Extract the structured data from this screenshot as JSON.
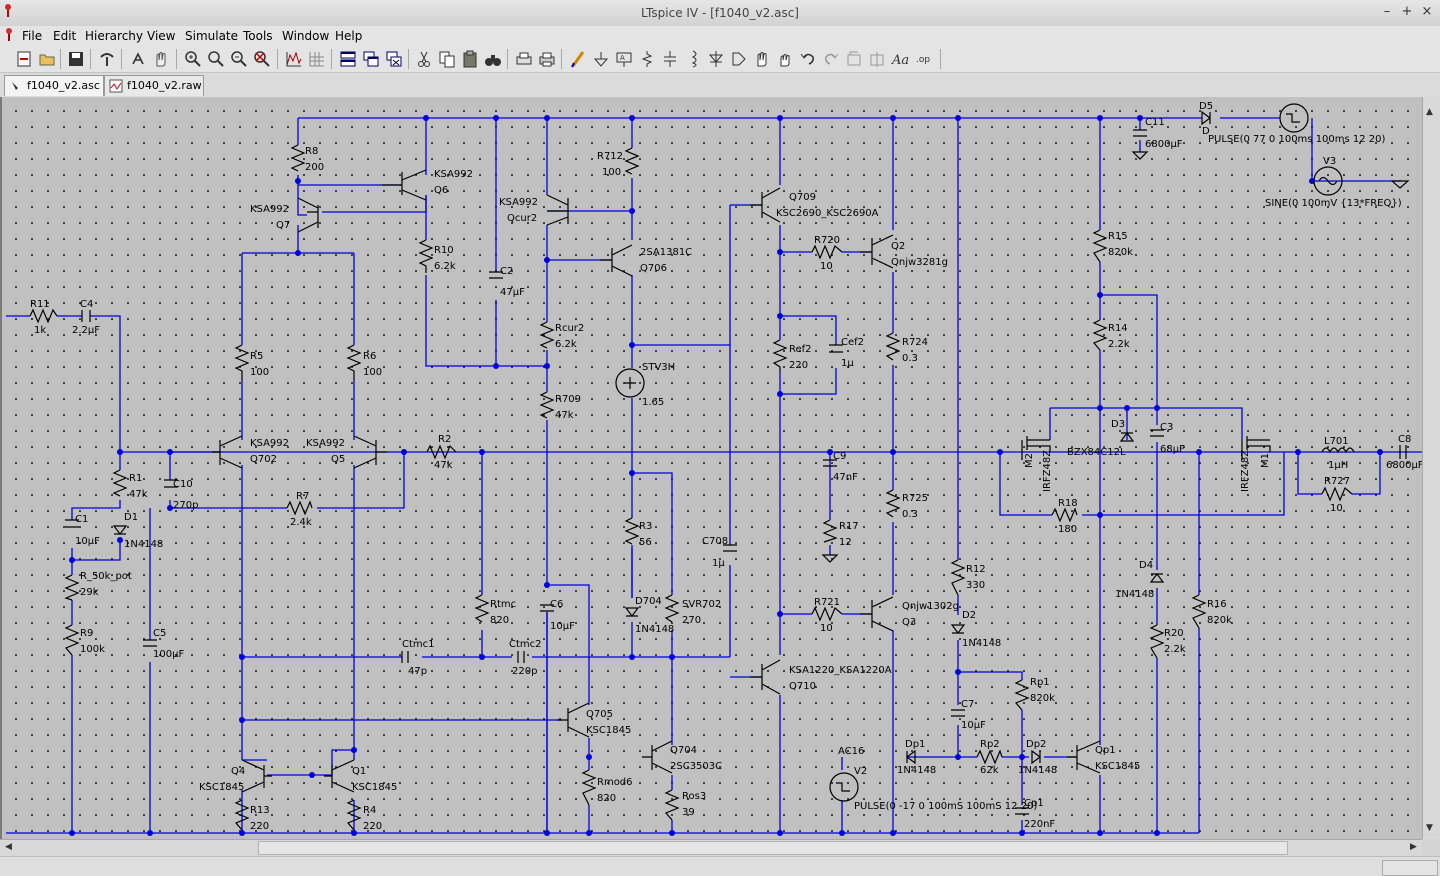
{
  "window": {
    "title": "LTspice IV - [f1040_v2.asc]",
    "controls": {
      "minimize": "–",
      "maximize": "+",
      "close": "×"
    }
  },
  "menu": [
    {
      "label": "File"
    },
    {
      "label": "Edit"
    },
    {
      "label": "Hierarchy"
    },
    {
      "label": "View"
    },
    {
      "label": "Simulate"
    },
    {
      "label": "Tools"
    },
    {
      "label": "Window"
    },
    {
      "label": "Help"
    }
  ],
  "tabs": [
    {
      "label": "f1040_v2.asc",
      "icon": "schematic-icon"
    },
    {
      "label": "f1040_v2.raw",
      "icon": "waveform-icon"
    }
  ],
  "toolbar": [
    "new-schematic-icon",
    "open-icon",
    "save-icon",
    "control-panel-icon",
    "run-icon",
    "halt-icon",
    "zoom-in-icon",
    "pan-icon",
    "zoom-out-icon",
    "zoom-fit-icon",
    "autorange-icon",
    "grid-icon",
    "tile-horizontal-icon",
    "cascade-icon",
    "close-window-icon",
    "cut-icon",
    "copy-icon",
    "paste-icon",
    "find-icon",
    "print-preview-icon",
    "print-icon",
    "wire-icon",
    "ground-icon",
    "label-net-icon",
    "resistor-icon",
    "capacitor-icon",
    "inductor-icon",
    "diode-icon",
    "component-icon",
    "move-icon",
    "drag-icon",
    "undo-icon",
    "redo-icon",
    "rotate-icon",
    "mirror-icon",
    "text-icon",
    "spice-directive-icon"
  ],
  "schematic": {
    "components": [
      {
        "ref": "R8",
        "value": "200"
      },
      {
        "ref": "KSA992",
        "value": "Q6"
      },
      {
        "ref": "KSA992",
        "value": "Q7"
      },
      {
        "ref": "R10",
        "value": "6.2k"
      },
      {
        "ref": "C2",
        "value": "47µF"
      },
      {
        "ref": "KSA992",
        "value": "Qcur2"
      },
      {
        "ref": "R712",
        "value": "100"
      },
      {
        "ref": "2SA1381C",
        "value": "Q706"
      },
      {
        "ref": "Rcur2",
        "value": "6.2k"
      },
      {
        "ref": "R709",
        "value": "47k"
      },
      {
        "ref": "STV3H",
        "value": "1.65"
      },
      {
        "ref": "R3",
        "value": "56"
      },
      {
        "ref": "D704",
        "value": "1N4148"
      },
      {
        "ref": "SVR702",
        "value": "270"
      },
      {
        "ref": "Q709",
        "value": "KSC2690_KSC2690A"
      },
      {
        "ref": "R720",
        "value": "10"
      },
      {
        "ref": "Q2",
        "value": "Qnjw3281g"
      },
      {
        "ref": "Ref2",
        "value": "220"
      },
      {
        "ref": "Cef2",
        "value": "1µ"
      },
      {
        "ref": "R724",
        "value": "0.3"
      },
      {
        "ref": "C9",
        "value": "47nF"
      },
      {
        "ref": "R17",
        "value": "12"
      },
      {
        "ref": "R725",
        "value": "0.3"
      },
      {
        "ref": "C708",
        "value": "1µ"
      },
      {
        "ref": "R721",
        "value": "10"
      },
      {
        "ref": "Qnjw1302g",
        "value": "Q3"
      },
      {
        "ref": "KSA1220_KSA1220A",
        "value": "Q710"
      },
      {
        "ref": "R11",
        "value": "1k"
      },
      {
        "ref": "C4",
        "value": "2.2µF"
      },
      {
        "ref": "R5",
        "value": "100"
      },
      {
        "ref": "R6",
        "value": "100"
      },
      {
        "ref": "KSA992",
        "value": "Q702"
      },
      {
        "ref": "KSA992",
        "value": "Q5"
      },
      {
        "ref": "R2",
        "value": "47k"
      },
      {
        "ref": "R1",
        "value": "47k"
      },
      {
        "ref": "C10",
        "value": "270p"
      },
      {
        "ref": "R7",
        "value": "2.4k"
      },
      {
        "ref": "C1",
        "value": "10µF"
      },
      {
        "ref": "D1",
        "value": "1N4148"
      },
      {
        "ref": "R_50k_pot",
        "value": "29k"
      },
      {
        "ref": "R9",
        "value": "100k"
      },
      {
        "ref": "C5",
        "value": "100µF"
      },
      {
        "ref": "Rtmc",
        "value": "820"
      },
      {
        "ref": "C6",
        "value": "10µF"
      },
      {
        "ref": "Ctmc1",
        "value": "47p"
      },
      {
        "ref": "Ctmc2",
        "value": "220p"
      },
      {
        "ref": "Q705",
        "value": "KSC1845"
      },
      {
        "ref": "Q704",
        "value": "2SC3503C"
      },
      {
        "ref": "Rmod6",
        "value": "820"
      },
      {
        "ref": "Ros3",
        "value": "39"
      },
      {
        "ref": "Q4",
        "value": "KSC1845"
      },
      {
        "ref": "Q1",
        "value": "KSC1845"
      },
      {
        "ref": "R13",
        "value": "220"
      },
      {
        "ref": "R4",
        "value": "220"
      },
      {
        "ref": "C11",
        "value": "6800µF"
      },
      {
        "ref": "D5",
        "value": "D"
      },
      {
        "ref": "V3",
        "value": "SINE(0 100mV {13*FREQ})"
      },
      {
        "ref": "R15",
        "value": "820k"
      },
      {
        "ref": "R14",
        "value": "2.2k"
      },
      {
        "ref": "D3",
        "value": "BZX84C12L"
      },
      {
        "ref": "C3",
        "value": "68µF"
      },
      {
        "ref": "M2",
        "value": "IRFZ48Z"
      },
      {
        "ref": "M1",
        "value": "IRFZ48Z"
      },
      {
        "ref": "R18",
        "value": "180"
      },
      {
        "ref": "L701",
        "value": "1µH"
      },
      {
        "ref": "R727",
        "value": "10"
      },
      {
        "ref": "C8",
        "value": "6800µF"
      },
      {
        "ref": "R12",
        "value": "330"
      },
      {
        "ref": "D2",
        "value": "1N4148"
      },
      {
        "ref": "D4",
        "value": "1N4148"
      },
      {
        "ref": "R20",
        "value": "2.2k"
      },
      {
        "ref": "R16",
        "value": "820k"
      },
      {
        "ref": "C7",
        "value": "10µF"
      },
      {
        "ref": "Rp1",
        "value": "820k"
      },
      {
        "ref": "AC16",
        "value": "V2"
      },
      {
        "ref": "Dp1",
        "value": "1N4148"
      },
      {
        "ref": "Rp2",
        "value": "62k"
      },
      {
        "ref": "Dp2",
        "value": "1N4148"
      },
      {
        "ref": "Qp1",
        "value": "KSC1845"
      },
      {
        "ref": "Cp1",
        "value": "220nF"
      }
    ],
    "sources": {
      "v_top": "PULSE(0 77 0 100ms 100ms 12 20)",
      "v2": "PULSE(0 -17 0 100mS 100mS 12 20)"
    }
  },
  "colors": {
    "wire": "#0000e0",
    "canvas": "#c0c0c0",
    "chrome": "#e4e4e4"
  }
}
